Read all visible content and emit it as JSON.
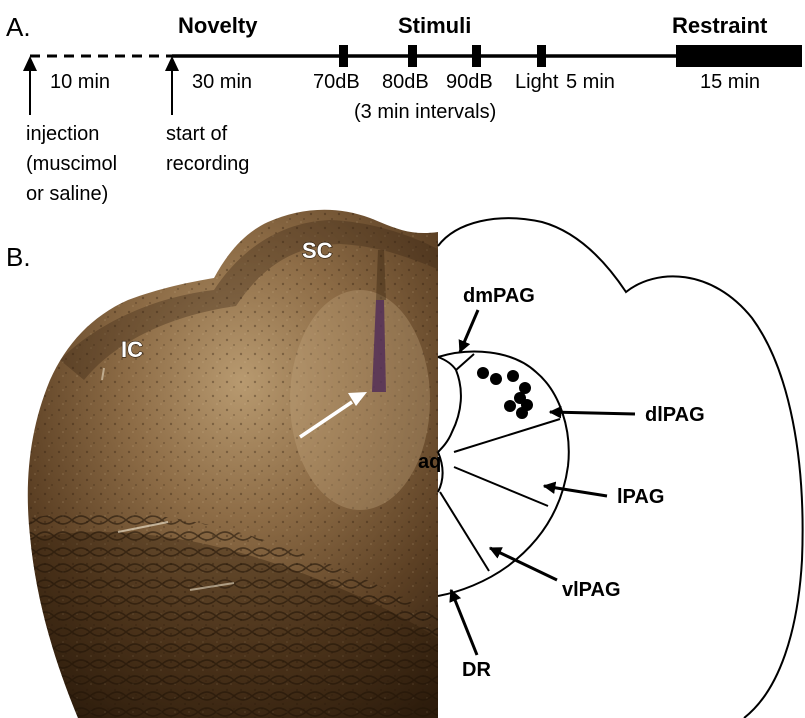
{
  "panel_a": {
    "letter": "A.",
    "phases": {
      "novelty": "Novelty",
      "stimuli": "Stimuli",
      "restraint": "Restraint"
    },
    "durations": [
      "10 min",
      "30 min",
      "5 min",
      "15 min"
    ],
    "stimuli_labels": [
      "70dB",
      "80dB",
      "90dB",
      "Light"
    ],
    "interval_note": "(3 min intervals)",
    "events": {
      "injection": [
        "injection",
        "(muscimol",
        "or saline)"
      ],
      "recording": [
        "start of",
        "recording"
      ]
    }
  },
  "panel_b": {
    "letter": "B.",
    "photo_labels": {
      "sc": "SC",
      "ic": "IC"
    },
    "diagram_labels": {
      "dmpag": "dmPAG",
      "dlpag": "dlPAG",
      "lpag": "lPAG",
      "vlpag": "vlPAG",
      "dr": "DR",
      "aq": "aq"
    },
    "colors": {
      "tissue_dark": "#3a2614",
      "tissue_mid": "#6e5033",
      "tissue_light": "#a7885f",
      "site_dots": "#000000",
      "arrow_photo": "#ffffff"
    }
  }
}
